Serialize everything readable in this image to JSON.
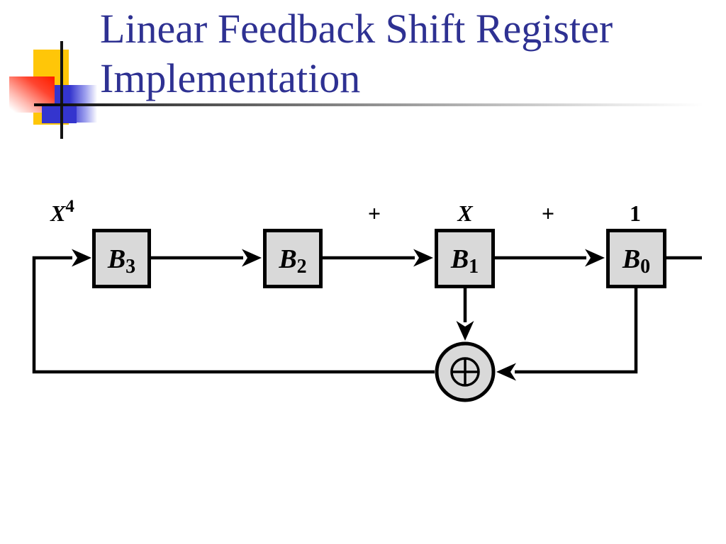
{
  "slide_title": {
    "line1": "Linear Feedback Shift Register",
    "line2": "Implementation"
  },
  "diagram": {
    "top_labels": [
      {
        "base": "X",
        "sup": "4"
      },
      {
        "base": "+",
        "sup": ""
      },
      {
        "base": "X",
        "sup": ""
      },
      {
        "base": "+",
        "sup": ""
      },
      {
        "base": "1",
        "sup": ""
      }
    ],
    "registers": [
      {
        "base": "B",
        "sub": "3"
      },
      {
        "base": "B",
        "sub": "2"
      },
      {
        "base": "B",
        "sub": "1"
      },
      {
        "base": "B",
        "sub": "0"
      }
    ],
    "xor_symbol": "⊕"
  },
  "colors": {
    "title_text": "#2E3192",
    "register_fill": "#D9D9D9",
    "diagram_line": "#000000",
    "decor_yellow": "#FFC608",
    "decor_red": "#FF2000",
    "decor_blue": "#3435CE"
  }
}
